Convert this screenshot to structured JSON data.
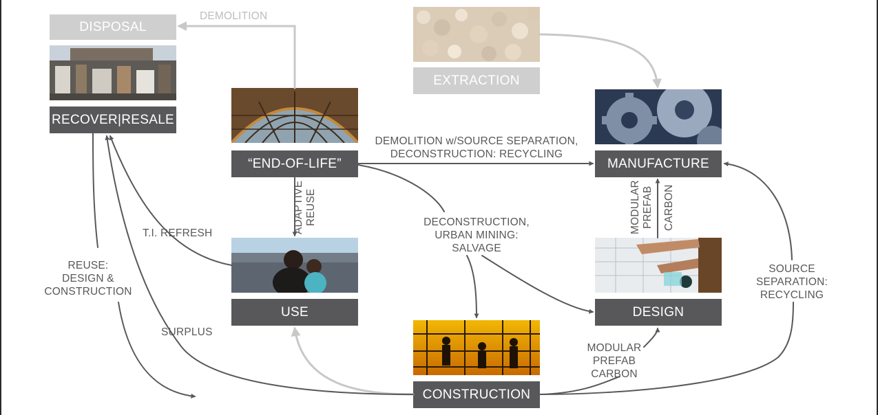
{
  "nodes": {
    "disposal": "DISPOSAL",
    "recover_resale": "RECOVER|RESALE",
    "extraction": "EXTRACTION",
    "end_of_life": "“END-OF-LIFE”",
    "manufacture": "MANUFACTURE",
    "use": "USE",
    "design": "DESIGN",
    "construction": "CONSTRUCTION"
  },
  "labels": {
    "demolition": "DEMOLITION",
    "demolition_source_sep": [
      "DEMOLITION w/SOURCE SEPARATION,",
      "DECONSTRUCTION: RECYCLING"
    ],
    "adaptive_reuse": [
      "ADAPTIVE",
      "REUSE"
    ],
    "modular_prefab_vertical": [
      "MODULAR",
      "PREFAB"
    ],
    "carbon_vertical": "CARBON",
    "deconstruction": [
      "DECONSTRUCTION,",
      "URBAN MINING:",
      "SALVAGE"
    ],
    "ti_refresh": "T.I. REFRESH",
    "reuse_design": [
      "REUSE:",
      "DESIGN &",
      "CONSTRUCTION"
    ],
    "surplus": "SURPLUS",
    "source_separation": [
      "SOURCE",
      "SEPARATION:",
      "RECYCLING"
    ],
    "modular_prefab_carbon": [
      "MODULAR",
      "PREFAB",
      "CARBON"
    ]
  },
  "colors": {
    "dark_box": "#58585a",
    "light_box": "#cfcfcf",
    "dark_arrow": "#58585a",
    "light_arrow": "#c8c8c8"
  },
  "photos": {
    "recover": "salvage-yard-photo",
    "extraction": "gravel-photo",
    "end_of_life": "glass-roof-photo",
    "manufacture": "gears-photo",
    "use": "family-photo",
    "design": "blueprint-photo",
    "construction": "construction-silhouette-photo"
  }
}
